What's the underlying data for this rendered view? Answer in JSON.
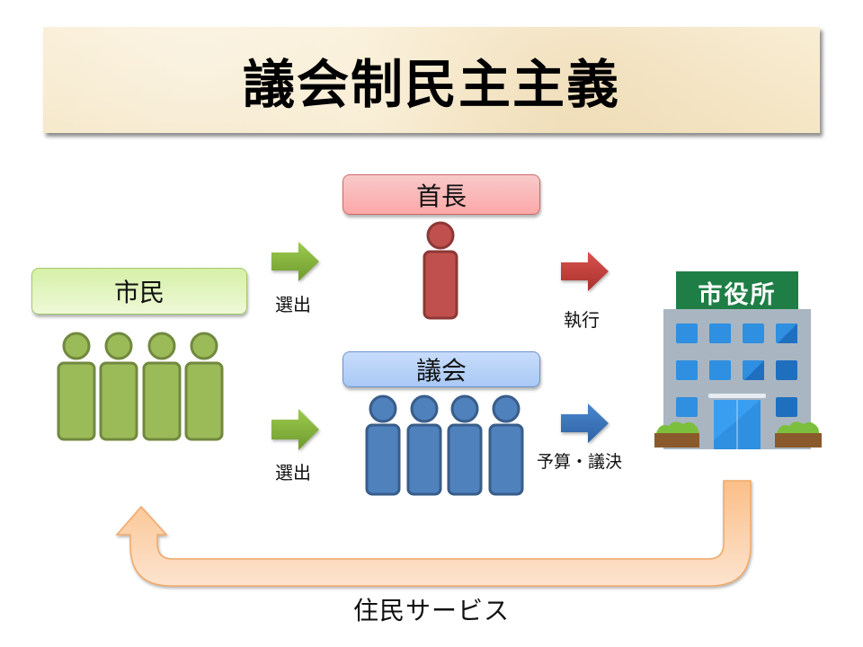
{
  "title": "議会制民主主義",
  "nodes": {
    "citizen": {
      "label": "市民",
      "people_count": 4,
      "color": "#9bbb59"
    },
    "mayor": {
      "label": "首長",
      "people_count": 1,
      "color": "#c0504d"
    },
    "council": {
      "label": "議会",
      "people_count": 4,
      "color": "#4f81bd"
    },
    "city_hall": {
      "label": "市役所",
      "icon": "city-hall-building-icon"
    }
  },
  "flows": [
    {
      "from": "citizen",
      "to": "mayor",
      "label": "選出",
      "color": "#77a23a"
    },
    {
      "from": "citizen",
      "to": "council",
      "label": "選出",
      "color": "#77a23a"
    },
    {
      "from": "mayor",
      "to": "city_hall",
      "label": "執行",
      "color": "#c0392b"
    },
    {
      "from": "council",
      "to": "city_hall",
      "label": "予算・議決",
      "color": "#3f73b8"
    },
    {
      "from": "city_hall",
      "to": "citizen",
      "label": "住民サービス",
      "color": "#fac090"
    }
  ]
}
